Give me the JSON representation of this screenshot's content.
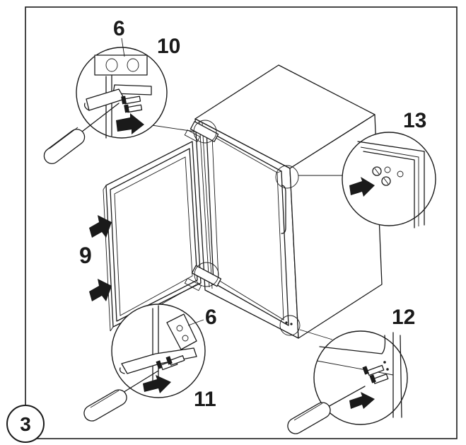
{
  "step": {
    "number": "3"
  },
  "callouts": {
    "c6_top": "6",
    "c10": "10",
    "c13": "13",
    "c9": "9",
    "c6_bottom": "6",
    "c12": "12",
    "c11": "11"
  },
  "icons": [
    "screwdriver-icon",
    "push-arrow-icon",
    "hinge-icon",
    "screw-icon"
  ]
}
